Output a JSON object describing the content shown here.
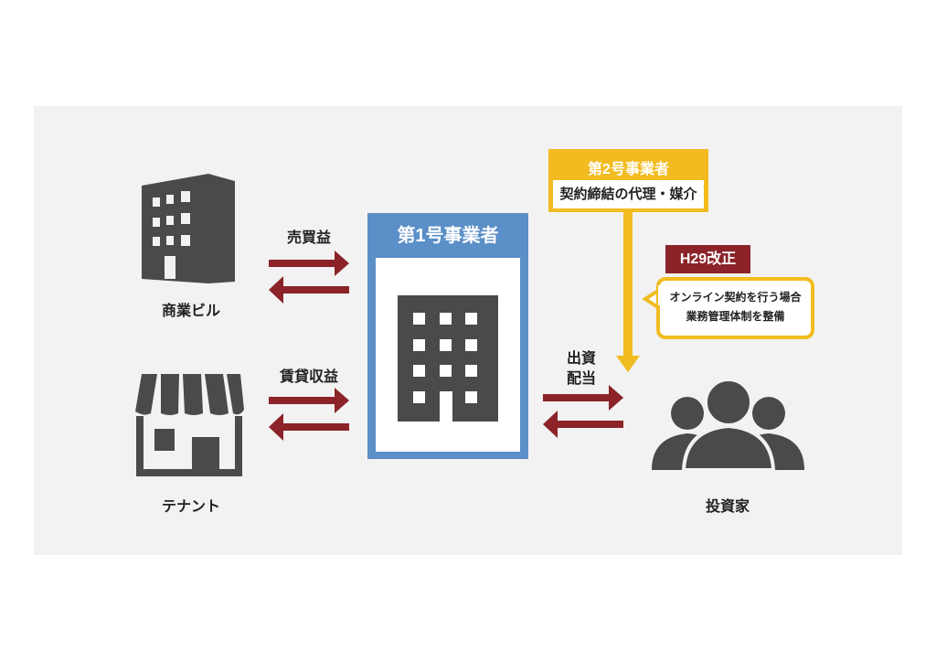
{
  "left": {
    "building_label": "商業ビル",
    "tenant_label": "テナント",
    "sale_profit_label": "売買益",
    "rental_income_label": "賃貸収益"
  },
  "center": {
    "title": "第1号事業者"
  },
  "type2": {
    "title": "第2号事業者",
    "description": "契約締結の代理・媒介"
  },
  "revision": {
    "badge": "H29改正",
    "bubble_line1": "オンライン契約を行う場合",
    "bubble_line2": "業務管理体制を整備"
  },
  "right": {
    "investment_label": "出資",
    "dividend_label": "配当",
    "investor_label": "投資家"
  },
  "colors": {
    "panel": "#f2f2f2",
    "icon": "#4a4a4a",
    "arrow": "#8b2329",
    "blue": "#5b8fc7",
    "yellow": "#f2bb1f"
  }
}
